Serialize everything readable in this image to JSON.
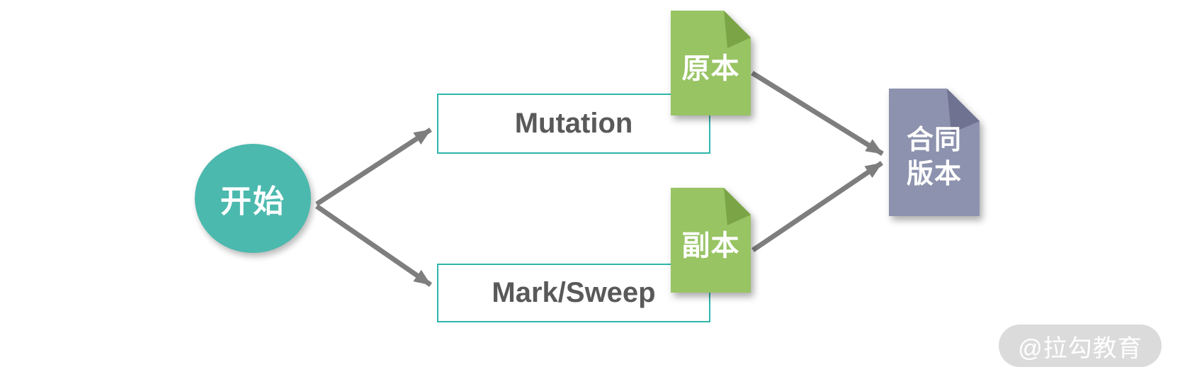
{
  "start": {
    "label": "开始"
  },
  "processes": {
    "mutation": "Mutation",
    "mark_sweep": "Mark/Sweep"
  },
  "documents": {
    "original": "原本",
    "copy": "副本",
    "result": "合同\n版本"
  },
  "watermark": "@拉勾教育",
  "colors": {
    "node_teal": "#4BB9AE",
    "box_border_teal": "#2FB6AA",
    "doc_green": "#98C464",
    "doc_green_fold": "#7BA446",
    "doc_purple": "#8D92AE",
    "doc_purple_fold": "#6F7391",
    "arrow_gray": "#7E7E7E",
    "process_text": "#595959",
    "watermark_bg": "#DBDBDB",
    "watermark_text": "#FFFFFF"
  }
}
